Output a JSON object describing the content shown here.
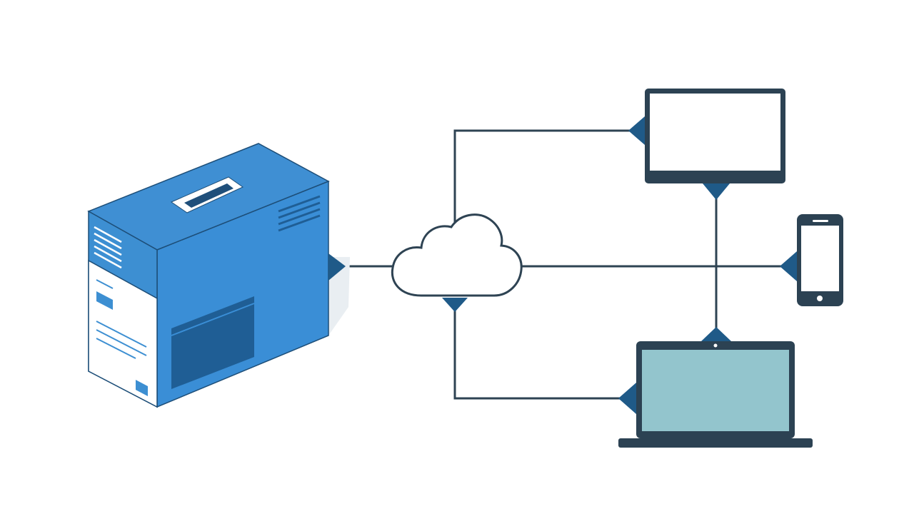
{
  "diagram": {
    "type": "network",
    "nodes": [
      {
        "id": "server",
        "icon": "server-box-icon",
        "kind": "server"
      },
      {
        "id": "cloud",
        "icon": "cloud-icon",
        "kind": "network"
      },
      {
        "id": "monitor",
        "icon": "monitor-icon",
        "kind": "display"
      },
      {
        "id": "phone",
        "icon": "smartphone-icon",
        "kind": "mobile"
      },
      {
        "id": "laptop",
        "icon": "laptop-icon",
        "kind": "laptop"
      }
    ],
    "edges": [
      {
        "from": "server",
        "to": "cloud"
      },
      {
        "from": "cloud",
        "to": "monitor"
      },
      {
        "from": "cloud",
        "to": "phone"
      },
      {
        "from": "cloud",
        "to": "laptop"
      },
      {
        "from": "monitor",
        "to": "laptop"
      }
    ]
  },
  "colors": {
    "server_top": "#3f8fd3",
    "server_front": "#3a8ed6",
    "server_panel": "#1f5e95",
    "server_side": "#ffffff",
    "server_accent": "#3d8fd2",
    "wire": "#2e4353",
    "connector": "#1f5a88",
    "device_frame": "#2c4253",
    "laptop_screen": "#93c5cd",
    "background": "#ffffff"
  }
}
